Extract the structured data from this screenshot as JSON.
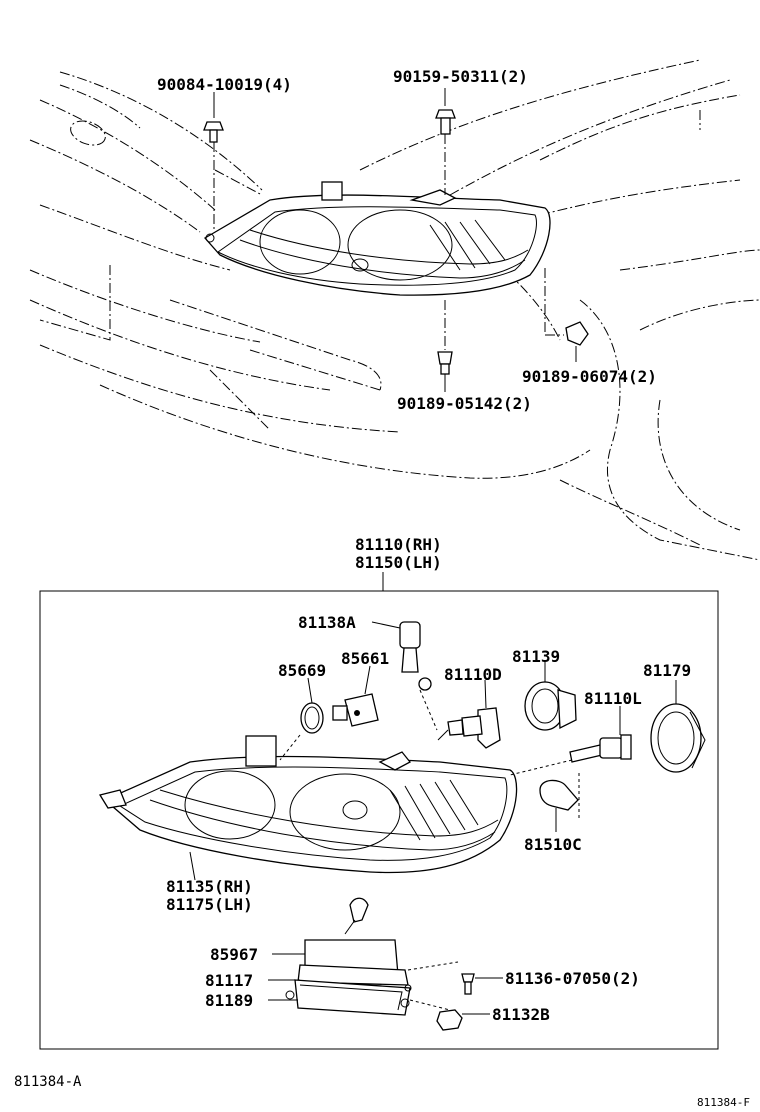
{
  "labels": {
    "bolt_top_left": "90084-10019(4)",
    "bolt_top_right": "90159-50311(2)",
    "clip_right": "90189-06074(2)",
    "clip_bottom": "90189-05142(2)",
    "assy_rh": "81110(RH)",
    "assy_lh": "81150(LH)",
    "bulb_81138a": "81138A",
    "ring_85669": "85669",
    "socket_85661": "85661",
    "bulb_81110d": "81110D",
    "cap_81139": "81139",
    "cap_81179": "81179",
    "bulb_81110l": "81110L",
    "bulb_81510c": "81510C",
    "unit_rh": "81135(RH)",
    "unit_lh": "81175(LH)",
    "ballast_85967": "85967",
    "gasket_81117": "81117",
    "cover_81189": "81189",
    "screw_81136": "81136-07050(2)",
    "nut_81132b": "81132B"
  },
  "footer": {
    "ref_left": "811384-A",
    "ref_right": "811384-F"
  }
}
